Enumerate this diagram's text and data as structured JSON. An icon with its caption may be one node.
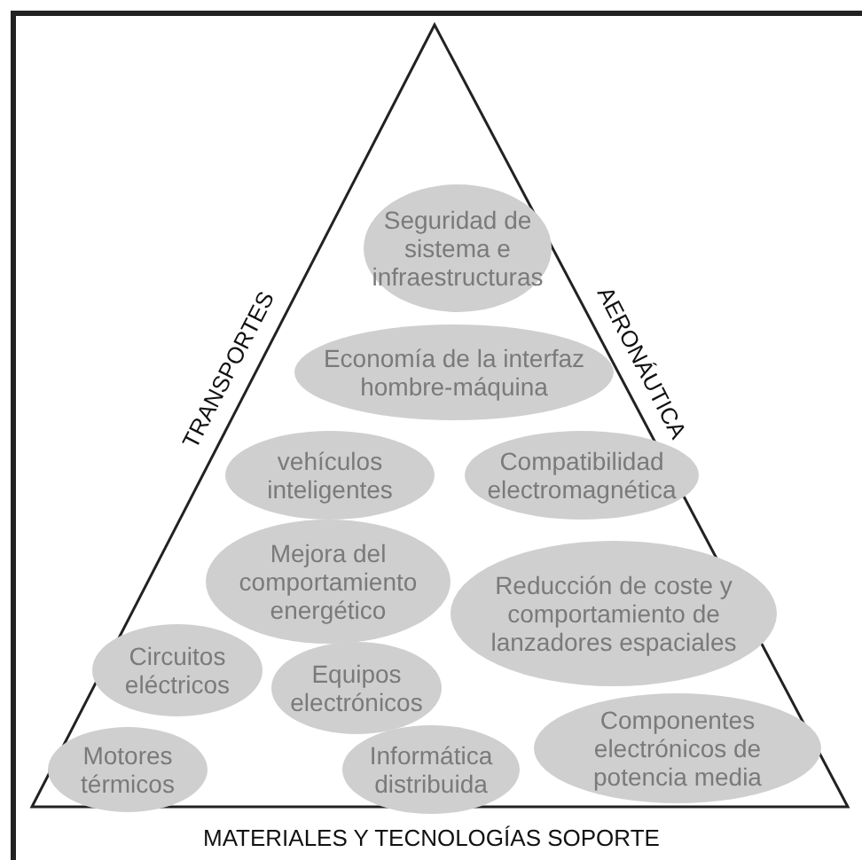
{
  "diagram": {
    "nodes": [
      {
        "text": [
          "Seguridad de sistema e infraestructuras"
        ]
      },
      {
        "text": [
          "Economía de la interfaz hombre-máquina"
        ]
      },
      {
        "text": [
          "vehículos inteligentes"
        ]
      },
      {
        "text": [
          "Compatibilidad electromagnética"
        ]
      },
      {
        "text": [
          "Mejora del comportamiento energético"
        ]
      },
      {
        "text": [
          "Reducción de coste y comportamiento de lanzadores espaciales"
        ]
      },
      {
        "text": [
          "Circuitos eléctricos"
        ]
      },
      {
        "text": [
          "Equipos electrónicos"
        ]
      },
      {
        "text": [
          "Motores térmicos"
        ]
      },
      {
        "text": [
          "Informática distribuida"
        ]
      },
      {
        "text": [
          "Componentes electrónicos de potencia media"
        ]
      }
    ],
    "labels": [
      "TRANSPORTES",
      "AERONÁUTICA",
      "MATERIALES Y TECNOLOGÍAS SOPORTE"
    ]
  }
}
